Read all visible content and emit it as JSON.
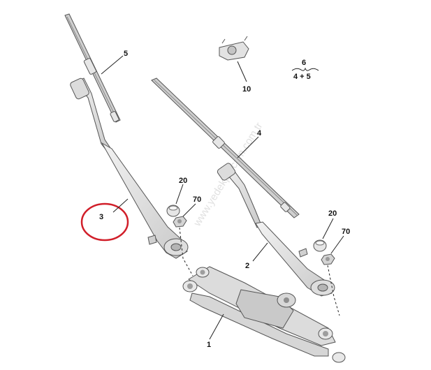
{
  "callouts": {
    "p1": "1",
    "p2": "2",
    "p3": "3",
    "p4": "4",
    "p5": "5",
    "p10": "10",
    "p20a": "20",
    "p20b": "20",
    "p70a": "70",
    "p70b": "70",
    "p6": "6",
    "p6_formula": "4 + 5"
  },
  "watermark": "www.yedekparcam.com.tr",
  "colors": {
    "part_fill": "#e4e4e4",
    "part_stroke": "#5a5a5a",
    "highlight_circle": "#d11f2a"
  }
}
